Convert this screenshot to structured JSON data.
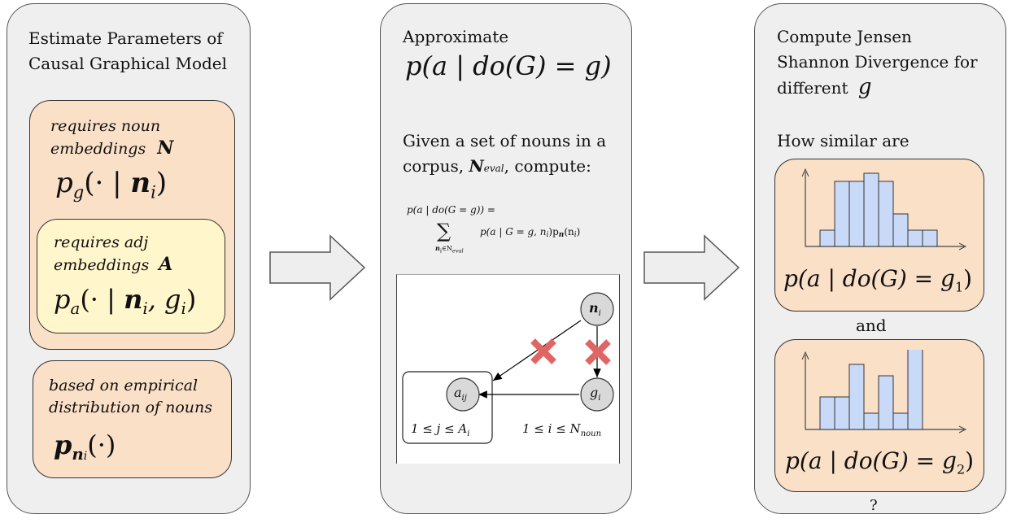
{
  "panel1": {
    "title_line1": "Estimate Parameters of",
    "title_line2": "Causal Graphical Model",
    "box_noun": {
      "note_line1": "requires noun",
      "note_line2": "embeddings",
      "symbol": "N",
      "formula_p": "p",
      "formula_sub": "g",
      "formula_rest": "(· | ",
      "formula_var": "n",
      "formula_var_sub": "i",
      "formula_end": ")"
    },
    "box_adj": {
      "note_line1": "requires adj",
      "note_line2": "embeddings",
      "symbol": "A",
      "formula_p": "p",
      "formula_sub": "a",
      "formula_rest": "(· | ",
      "formula_var": "n",
      "formula_var_sub": "i",
      "formula_mid": ", g",
      "formula_g_sub": "i",
      "formula_end": ")"
    },
    "box_empirical": {
      "note_line1": "based on empirical",
      "note_line2": "distribution of nouns",
      "formula_p": "p",
      "formula_sub": "n",
      "formula_subsub": "i",
      "formula_end": "(·)"
    }
  },
  "panel2": {
    "title": "Approximate",
    "formula": "p(a | do(G) = g)",
    "text_line1": "Given a set of nouns in a",
    "text_line2_a": "corpus,",
    "text_line2_sym": "N",
    "text_line2_sub": "eval",
    "text_line2_b": ", compute:",
    "eq_line1": "p(a | do(G = g)) =",
    "eq_line2": "p(a | G = g, n",
    "eq_line2_end": ")p",
    "eq_line2_tail": "(n",
    "eq_sum_sub": "n",
    "eq_sum_sub2": "∈N",
    "eq_sum_sub3": "eval",
    "graph": {
      "node_n": "n",
      "node_n_sub": "i",
      "node_g": "g",
      "node_g_sub": "i",
      "node_a": "a",
      "node_a_sub": "ij",
      "plate_adj": "1 ≤ j ≤ A",
      "plate_adj_sub": "i",
      "plate_noun": "1 ≤ i ≤ N",
      "plate_noun_sub": "noun",
      "cut_color": "#e06666"
    }
  },
  "panel3": {
    "title_line1": "Compute Jensen",
    "title_line2": "Shannon Divergence for",
    "title_line3": "different",
    "title_var": "g",
    "question": "How similar are",
    "hist1": {
      "values": [
        1,
        4,
        4,
        4.5,
        4,
        2,
        1,
        1
      ],
      "formula": "p(a | do(G) = g",
      "formula_sub": "1",
      "formula_end": ")"
    },
    "and_label": "and",
    "hist2": {
      "values": [
        2,
        2,
        4,
        1,
        3.3,
        1,
        5.1
      ],
      "formula": "p(a | do(G) = g",
      "formula_sub": "2",
      "formula_end": ")"
    },
    "end_mark": "?",
    "bar_color": "#c9daf8"
  }
}
